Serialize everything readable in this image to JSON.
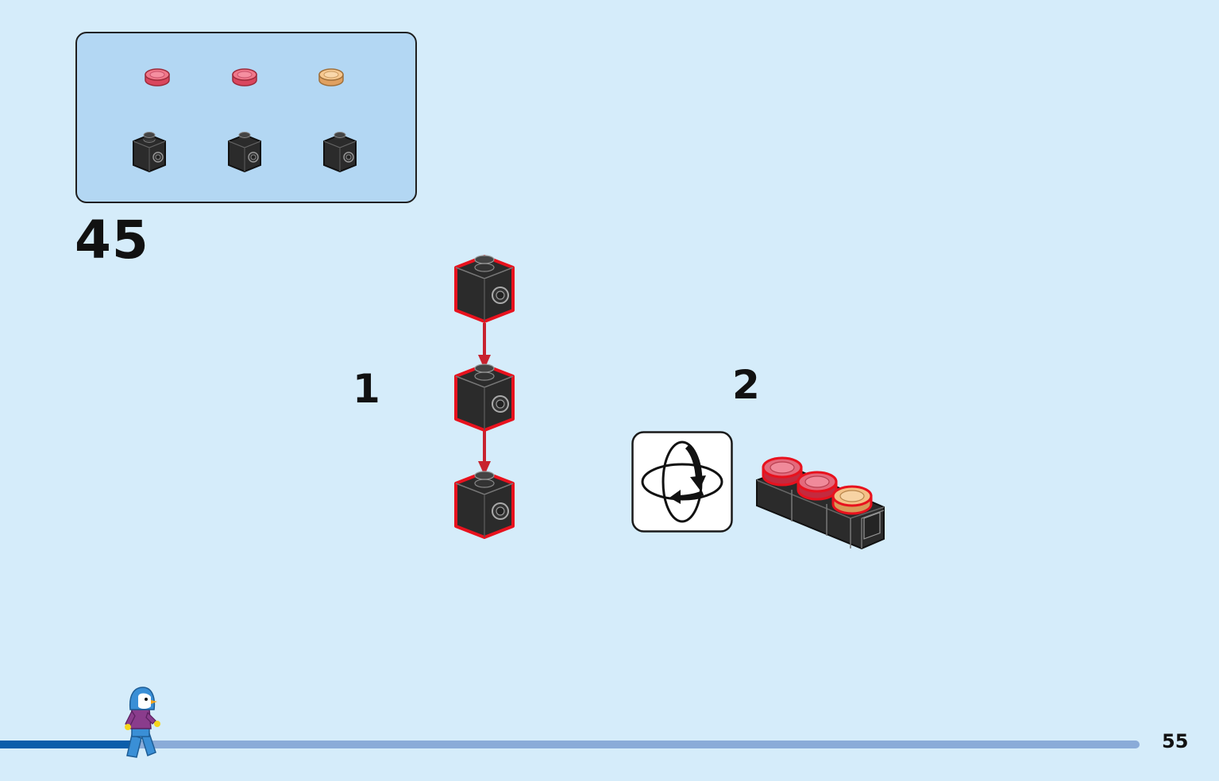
{
  "step": {
    "number": "45"
  },
  "parts_list": {
    "items": [
      {
        "name": "round-tile-trans-red",
        "color": "#e8687a",
        "count_visible": 1
      },
      {
        "name": "round-tile-trans-red",
        "color": "#e8687a",
        "count_visible": 1
      },
      {
        "name": "round-tile-trans-orange",
        "color": "#f2bf85",
        "count_visible": 1
      },
      {
        "name": "brick-1x1-with-stud-black",
        "color": "#2b2b2b",
        "count_visible": 1
      },
      {
        "name": "brick-1x1-with-stud-black",
        "color": "#2b2b2b",
        "count_visible": 1
      },
      {
        "name": "brick-1x1-with-stud-black",
        "color": "#2b2b2b",
        "count_visible": 1
      }
    ]
  },
  "substeps": [
    {
      "label": "1"
    },
    {
      "label": "2"
    }
  ],
  "icons": {
    "rotate": "rotate-model-icon",
    "arrow": "down-arrow-icon"
  },
  "colors": {
    "background": "#d5ecfa",
    "parts_box": "#b3d7f3",
    "highlight": "#e8121e",
    "brick": "#2b2b2b",
    "progress_done": "#0b5eaa",
    "progress_remaining": "#8aabd8"
  },
  "progress": {
    "fraction": 0.115
  },
  "footer": {
    "page_number": "55"
  }
}
